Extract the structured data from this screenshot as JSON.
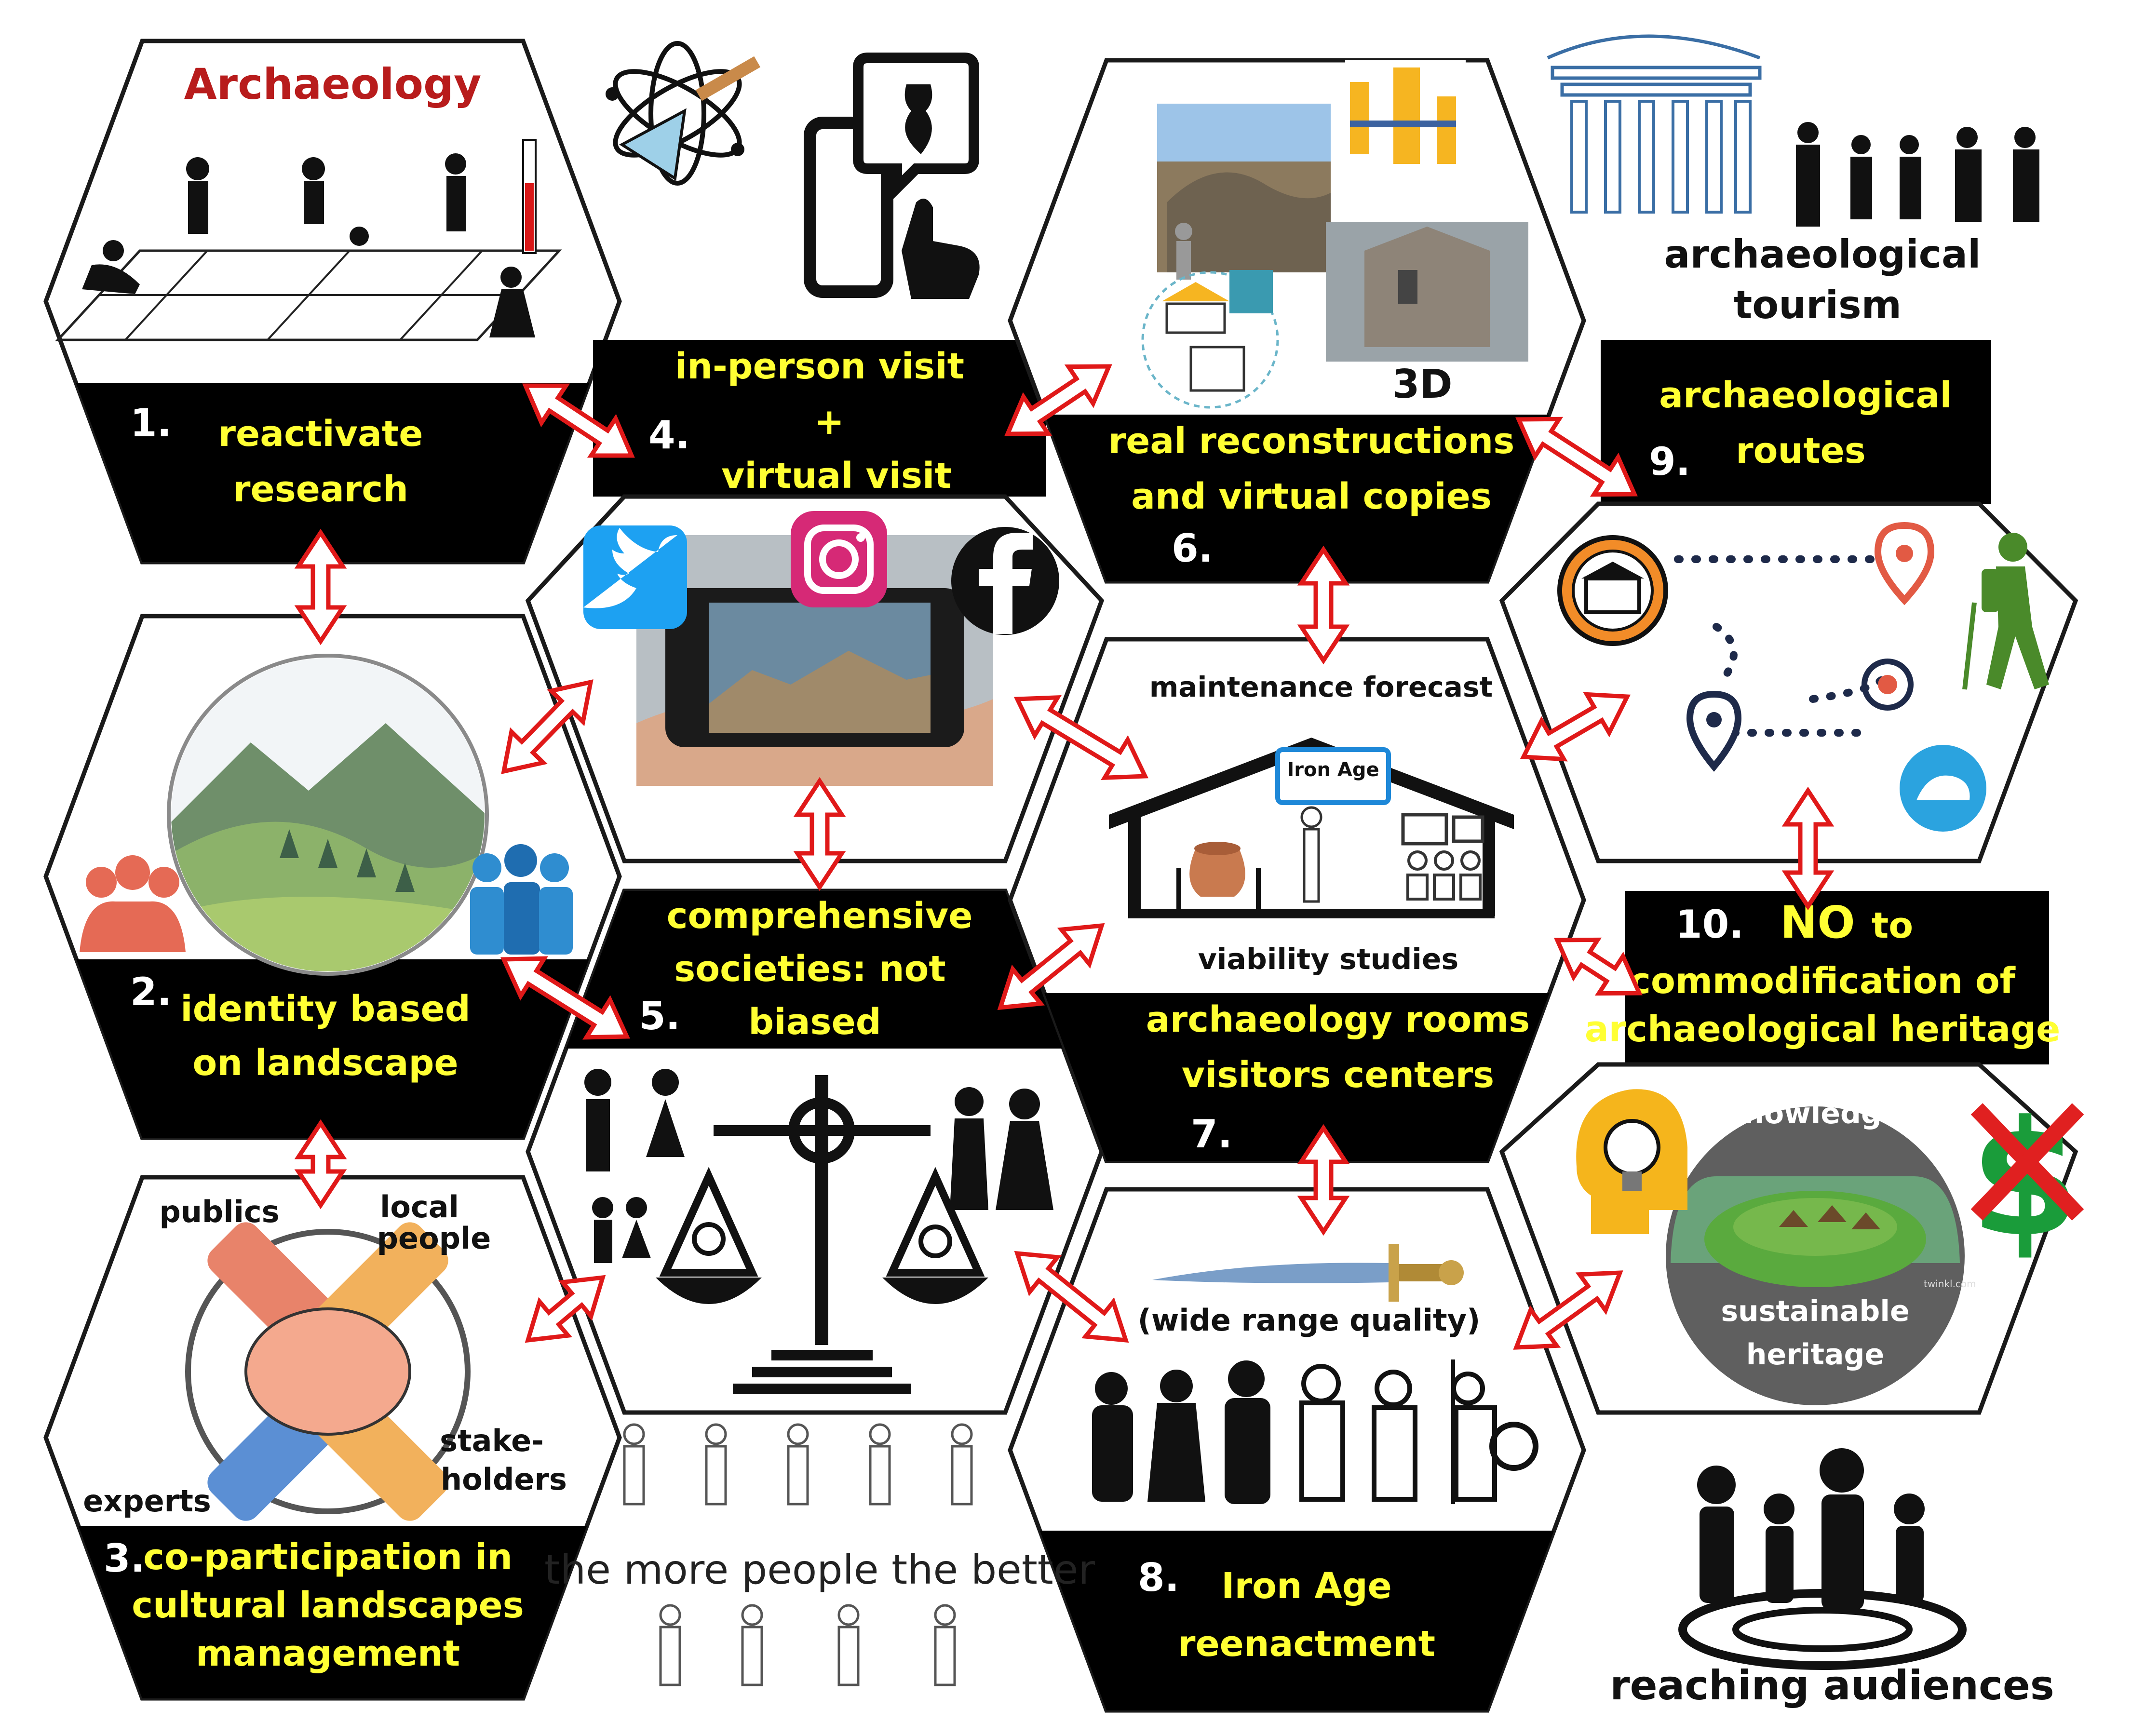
{
  "title": "Archaeology",
  "nodes": [
    {
      "num": "1.",
      "lines": [
        "reactivate",
        "research"
      ]
    },
    {
      "num": "2.",
      "lines": [
        "identity based",
        "on landscape"
      ]
    },
    {
      "num": "3.",
      "lines": [
        "co-participation in",
        "cultural landscapes",
        "management"
      ]
    },
    {
      "num": "4.",
      "lines": [
        "in-person visit",
        "+",
        "virtual visit"
      ]
    },
    {
      "num": "5.",
      "lines": [
        "comprehensive",
        "societies: not",
        "biased"
      ]
    },
    {
      "num": "6.",
      "lines": [
        "real reconstructions",
        "and virtual copies"
      ]
    },
    {
      "num": "7.",
      "lines": [
        "archaeology rooms",
        "visitors centers"
      ]
    },
    {
      "num": "8.",
      "lines": [
        "Iron Age",
        "reenactment"
      ]
    },
    {
      "num": "9.",
      "lines": [
        "archaeological",
        "routes"
      ]
    },
    {
      "num": "10.",
      "lines": [
        "NO",
        "to",
        "commodification of",
        "archaeological heritage"
      ]
    }
  ],
  "labels": {
    "tourism": [
      "archaeological",
      "tourism"
    ],
    "three_d": "3D",
    "maintenance": "maintenance  forecast",
    "viability": "viability studies",
    "iron_age_sign": "Iron Age",
    "wide_range": "(wide range quality)",
    "publics": "publics",
    "local_people": [
      "local",
      "people"
    ],
    "stakeholders": [
      "stake-",
      "holders"
    ],
    "experts": "experts",
    "more_people": "the more people the better",
    "knowledge": "knowledge",
    "sustainable": [
      "sustainable",
      "heritage"
    ],
    "reaching": "reaching audiences",
    "watermark": "twinkl.com"
  },
  "colors": {
    "band": "#000000",
    "label_yellow": "#ffff33",
    "arrow_red": "#e01919",
    "title_red": "#b81c1c"
  },
  "icons": [
    "trowel-atom-icon",
    "phone-amphora-icon",
    "temple-icon",
    "tourist-group-icon",
    "twitter-icon",
    "instagram-icon",
    "facebook-icon",
    "landscape-icon",
    "people-group-icon",
    "hands-together-icon",
    "scales-icon",
    "map-pin-icon",
    "hiker-icon",
    "lightbulb-head-icon",
    "crossed-dollar-icon",
    "sword-icon",
    "warriors-icon",
    "audience-icon"
  ]
}
